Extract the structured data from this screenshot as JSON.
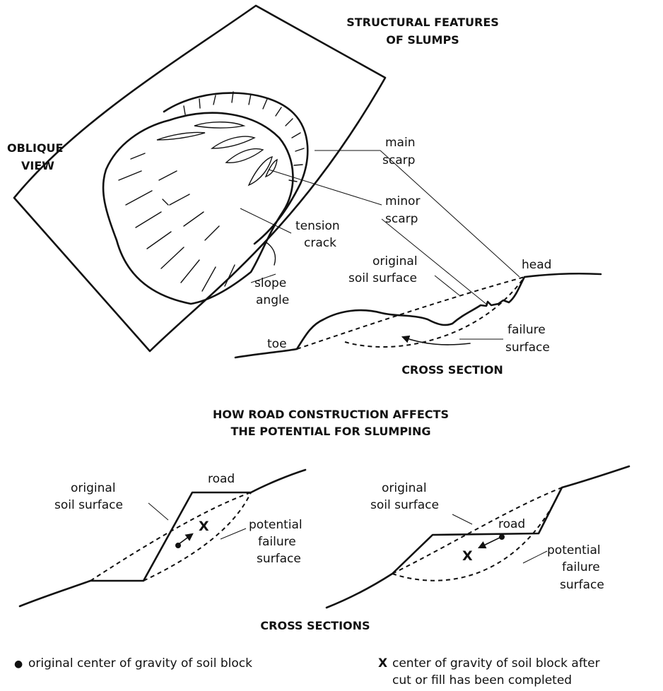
{
  "top_title": [
    "STRUCTURAL FEATURES",
    "OF SLUMPS"
  ],
  "oblique_view": [
    "OBLIQUE",
    "VIEW"
  ],
  "labels": {
    "main_scarp": [
      "main",
      "scarp"
    ],
    "minor_scarp": [
      "minor",
      "scarp"
    ],
    "tension_crack": [
      "tension",
      "crack"
    ],
    "slope_angle": [
      "slope",
      "angle"
    ],
    "original_soil_surface": [
      "original",
      "soil surface"
    ],
    "head": "head",
    "toe": "toe",
    "failure_surface": [
      "failure",
      "surface"
    ]
  },
  "cross_section_title": "CROSS SECTION",
  "section2_title": [
    "HOW ROAD CONSTRUCTION AFFECTS",
    "THE POTENTIAL FOR SLUMPING"
  ],
  "left_section": {
    "road": "road",
    "original_soil_surface": [
      "original",
      "soil surface"
    ],
    "potential_failure_surface": [
      "potential",
      "failure",
      "surface"
    ]
  },
  "right_section": {
    "road": "road",
    "original_soil_surface": [
      "original",
      "soil surface"
    ],
    "potential_failure_surface": [
      "potential",
      "failure",
      "surface"
    ]
  },
  "cross_sections_title": "CROSS SECTIONS",
  "legend": {
    "dot_marker": "●",
    "dot_text": "original center of gravity of soil block",
    "x_marker": "X",
    "x_text": [
      "center of gravity of soil block after",
      "cut or fill has been completed"
    ]
  }
}
